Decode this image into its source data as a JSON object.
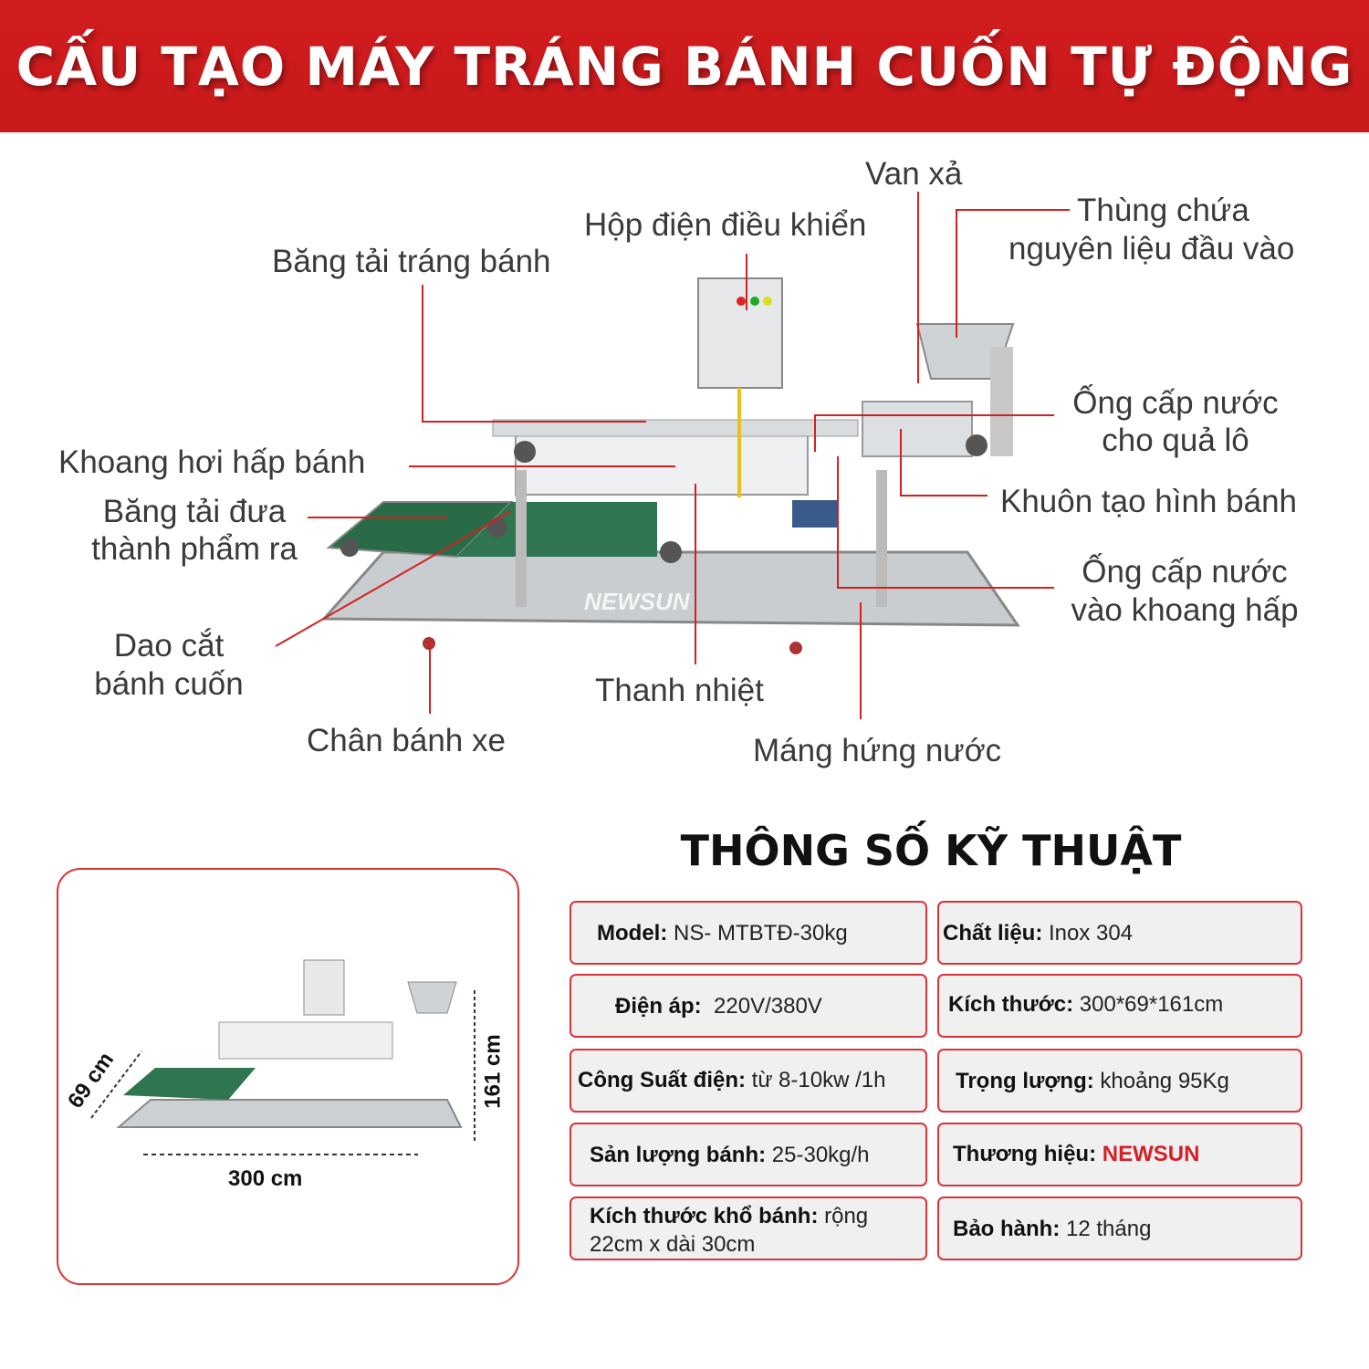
{
  "header": {
    "title": "CẤU TẠO MÁY TRÁNG BÁNH CUỐN TỰ ĐỘNG"
  },
  "diagram": {
    "brand_watermark": "NEWSUN",
    "labels": {
      "van_xa": "Van xả",
      "thung_1": "Thùng chứa",
      "thung_2": "nguyên liệu đầu vào",
      "hop_dien": "Hộp điện điều khiển",
      "bang_tai_trang": "Băng tải tráng bánh",
      "ong_qua_lo_1": "Ống cấp nước",
      "ong_qua_lo_2": "cho quả lô",
      "khoang_hoi": "Khoang hơi hấp bánh",
      "bang_tai_dua_1": "Băng tải đưa",
      "bang_tai_dua_2": "thành phẩm ra",
      "khuon": "Khuôn tạo hình bánh",
      "ong_hap_1": "Ống cấp nước",
      "ong_hap_2": "vào khoang hấp",
      "dao_cat_1": "Dao cắt",
      "dao_cat_2": "bánh cuốn",
      "thanh_nhiet": "Thanh nhiệt",
      "chan_banh_xe": "Chân bánh xe",
      "mang_hung": "Máng hứng nước"
    }
  },
  "dimensions": {
    "depth": "69 cm",
    "height": "161 cm",
    "length": "300 cm"
  },
  "specs": {
    "title": "THÔNG SỐ KỸ THUẬT",
    "rows": [
      {
        "label": "Model:",
        "value": " NS- MTBTĐ-30kg"
      },
      {
        "label": "Chất liệu:",
        "value": " Inox 304"
      },
      {
        "label": "Điện áp:",
        "value": "  220V/380V"
      },
      {
        "label": "Kích thước:",
        "value": " 300*69*161cm"
      },
      {
        "label": "Công Suất điện:",
        "value": " từ 8-10kw /1h"
      },
      {
        "label": "Trọng lượng:",
        "value": " khoảng 95Kg"
      },
      {
        "label": "Sản lượng bánh:",
        "value": " 25-30kg/h"
      },
      {
        "label": "Thương hiệu:",
        "value": " NEWSUN"
      },
      {
        "label": "Kích thước khổ bánh:",
        "value": " rộng 22cm x dài 30cm"
      },
      {
        "label": "Bảo hành:",
        "value": " 12 tháng"
      }
    ]
  },
  "colors": {
    "brand_red": "#d21c1e",
    "border_red": "#d9343a",
    "cell_bg": "#f1f0f1"
  }
}
